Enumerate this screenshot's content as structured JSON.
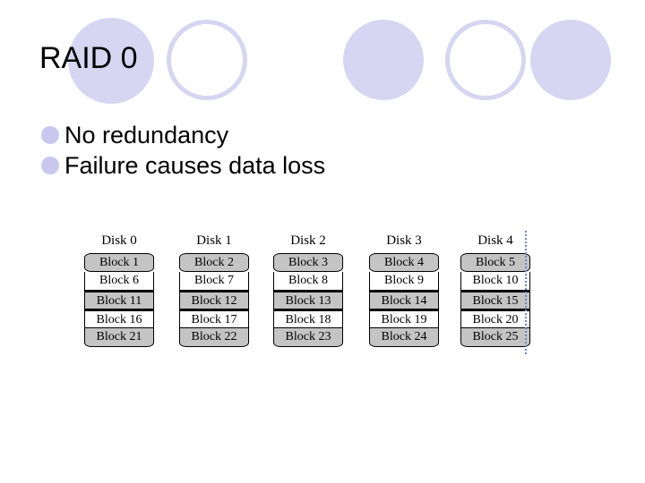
{
  "slide": {
    "title": "RAID 0",
    "bullets": [
      "No redundancy",
      "Failure causes data loss"
    ]
  },
  "diagram": {
    "disks": [
      {
        "label": "Disk 0",
        "blocks": [
          "Block 1",
          "Block 6",
          "Block 11",
          "Block 16",
          "Block 21"
        ]
      },
      {
        "label": "Disk 1",
        "blocks": [
          "Block 2",
          "Block 7",
          "Block 12",
          "Block 17",
          "Block 22"
        ]
      },
      {
        "label": "Disk 2",
        "blocks": [
          "Block 3",
          "Block 8",
          "Block 13",
          "Block 18",
          "Block 23"
        ]
      },
      {
        "label": "Disk 3",
        "blocks": [
          "Block 4",
          "Block 9",
          "Block 14",
          "Block 19",
          "Block 24"
        ]
      },
      {
        "label": "Disk 4",
        "blocks": [
          "Block 5",
          "Block 10",
          "Block 15",
          "Block 20",
          "Block 25"
        ]
      }
    ]
  },
  "colors": {
    "circle": "#d6d6f2",
    "bullet": "#c8c8ee",
    "block_shade": "#c4c4c4"
  }
}
